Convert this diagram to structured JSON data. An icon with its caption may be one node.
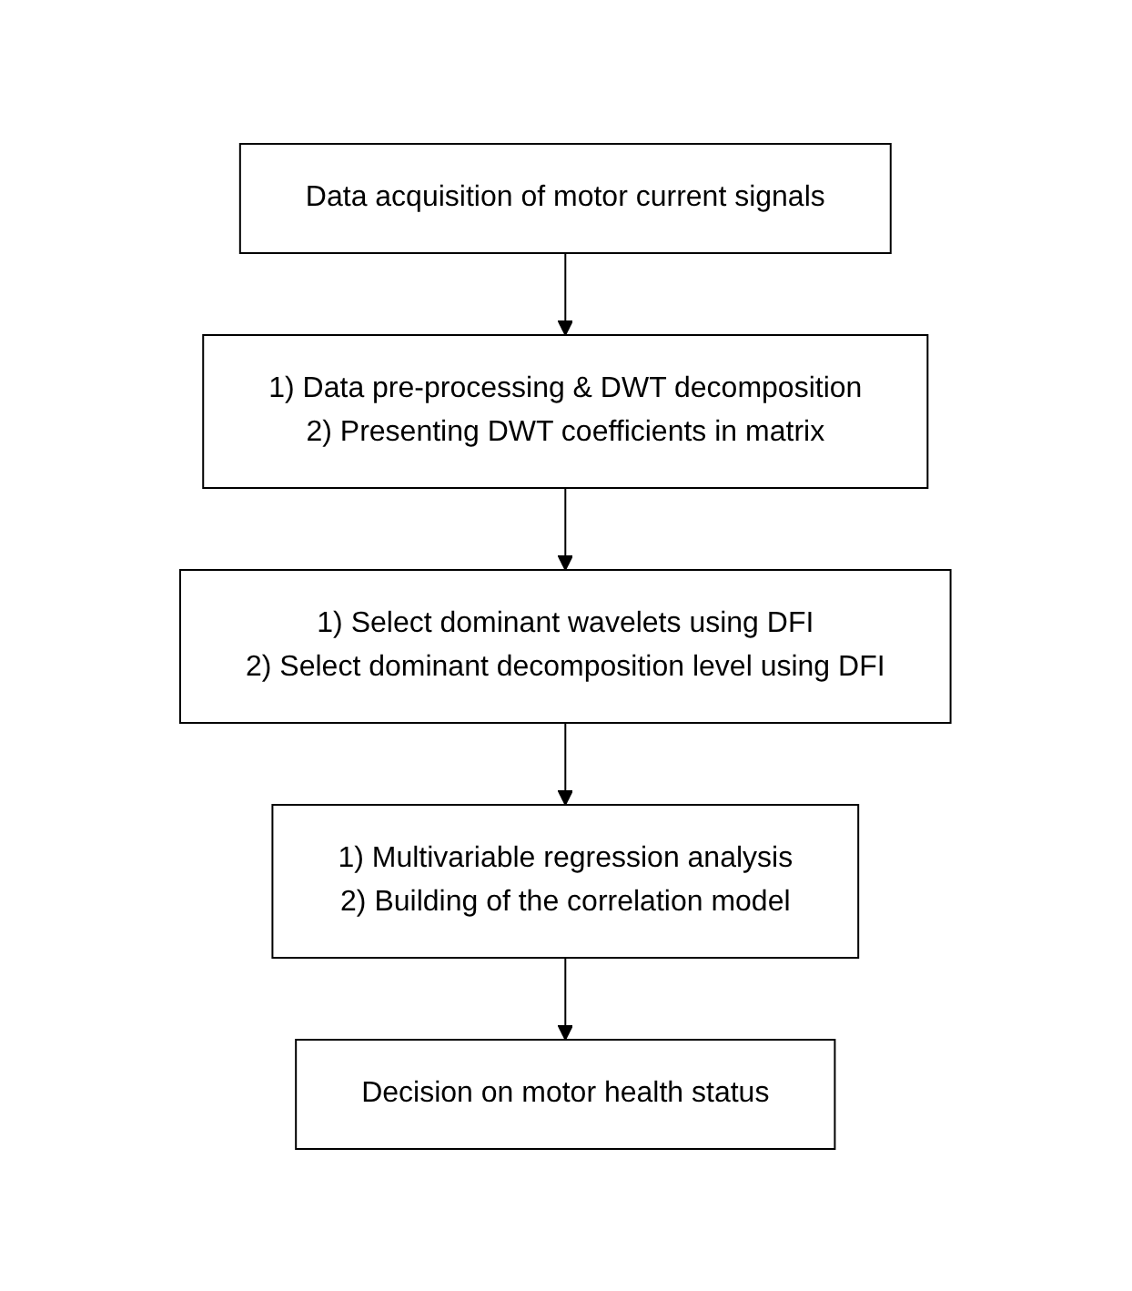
{
  "diagram": {
    "nodes": [
      {
        "text": [
          "Data acquisition of motor current signals"
        ]
      },
      {
        "text": [
          "1) Data pre-processing & DWT decomposition",
          "2) Presenting DWT coefficients in matrix"
        ]
      },
      {
        "text": [
          "1) Select dominant wavelets using DFI",
          "2) Select dominant decomposition level using DFI"
        ]
      },
      {
        "text": [
          "1) Multivariable regression analysis",
          "2) Building of the correlation model"
        ]
      },
      {
        "text": [
          "Decision on motor health status"
        ]
      }
    ],
    "edges": [
      {
        "from": 0,
        "to": 1,
        "arrow": "to"
      },
      {
        "from": 1,
        "to": 2,
        "arrow": "to"
      },
      {
        "from": 2,
        "to": 3,
        "arrow": "to"
      },
      {
        "from": 3,
        "to": 4,
        "arrow": "to"
      }
    ]
  }
}
